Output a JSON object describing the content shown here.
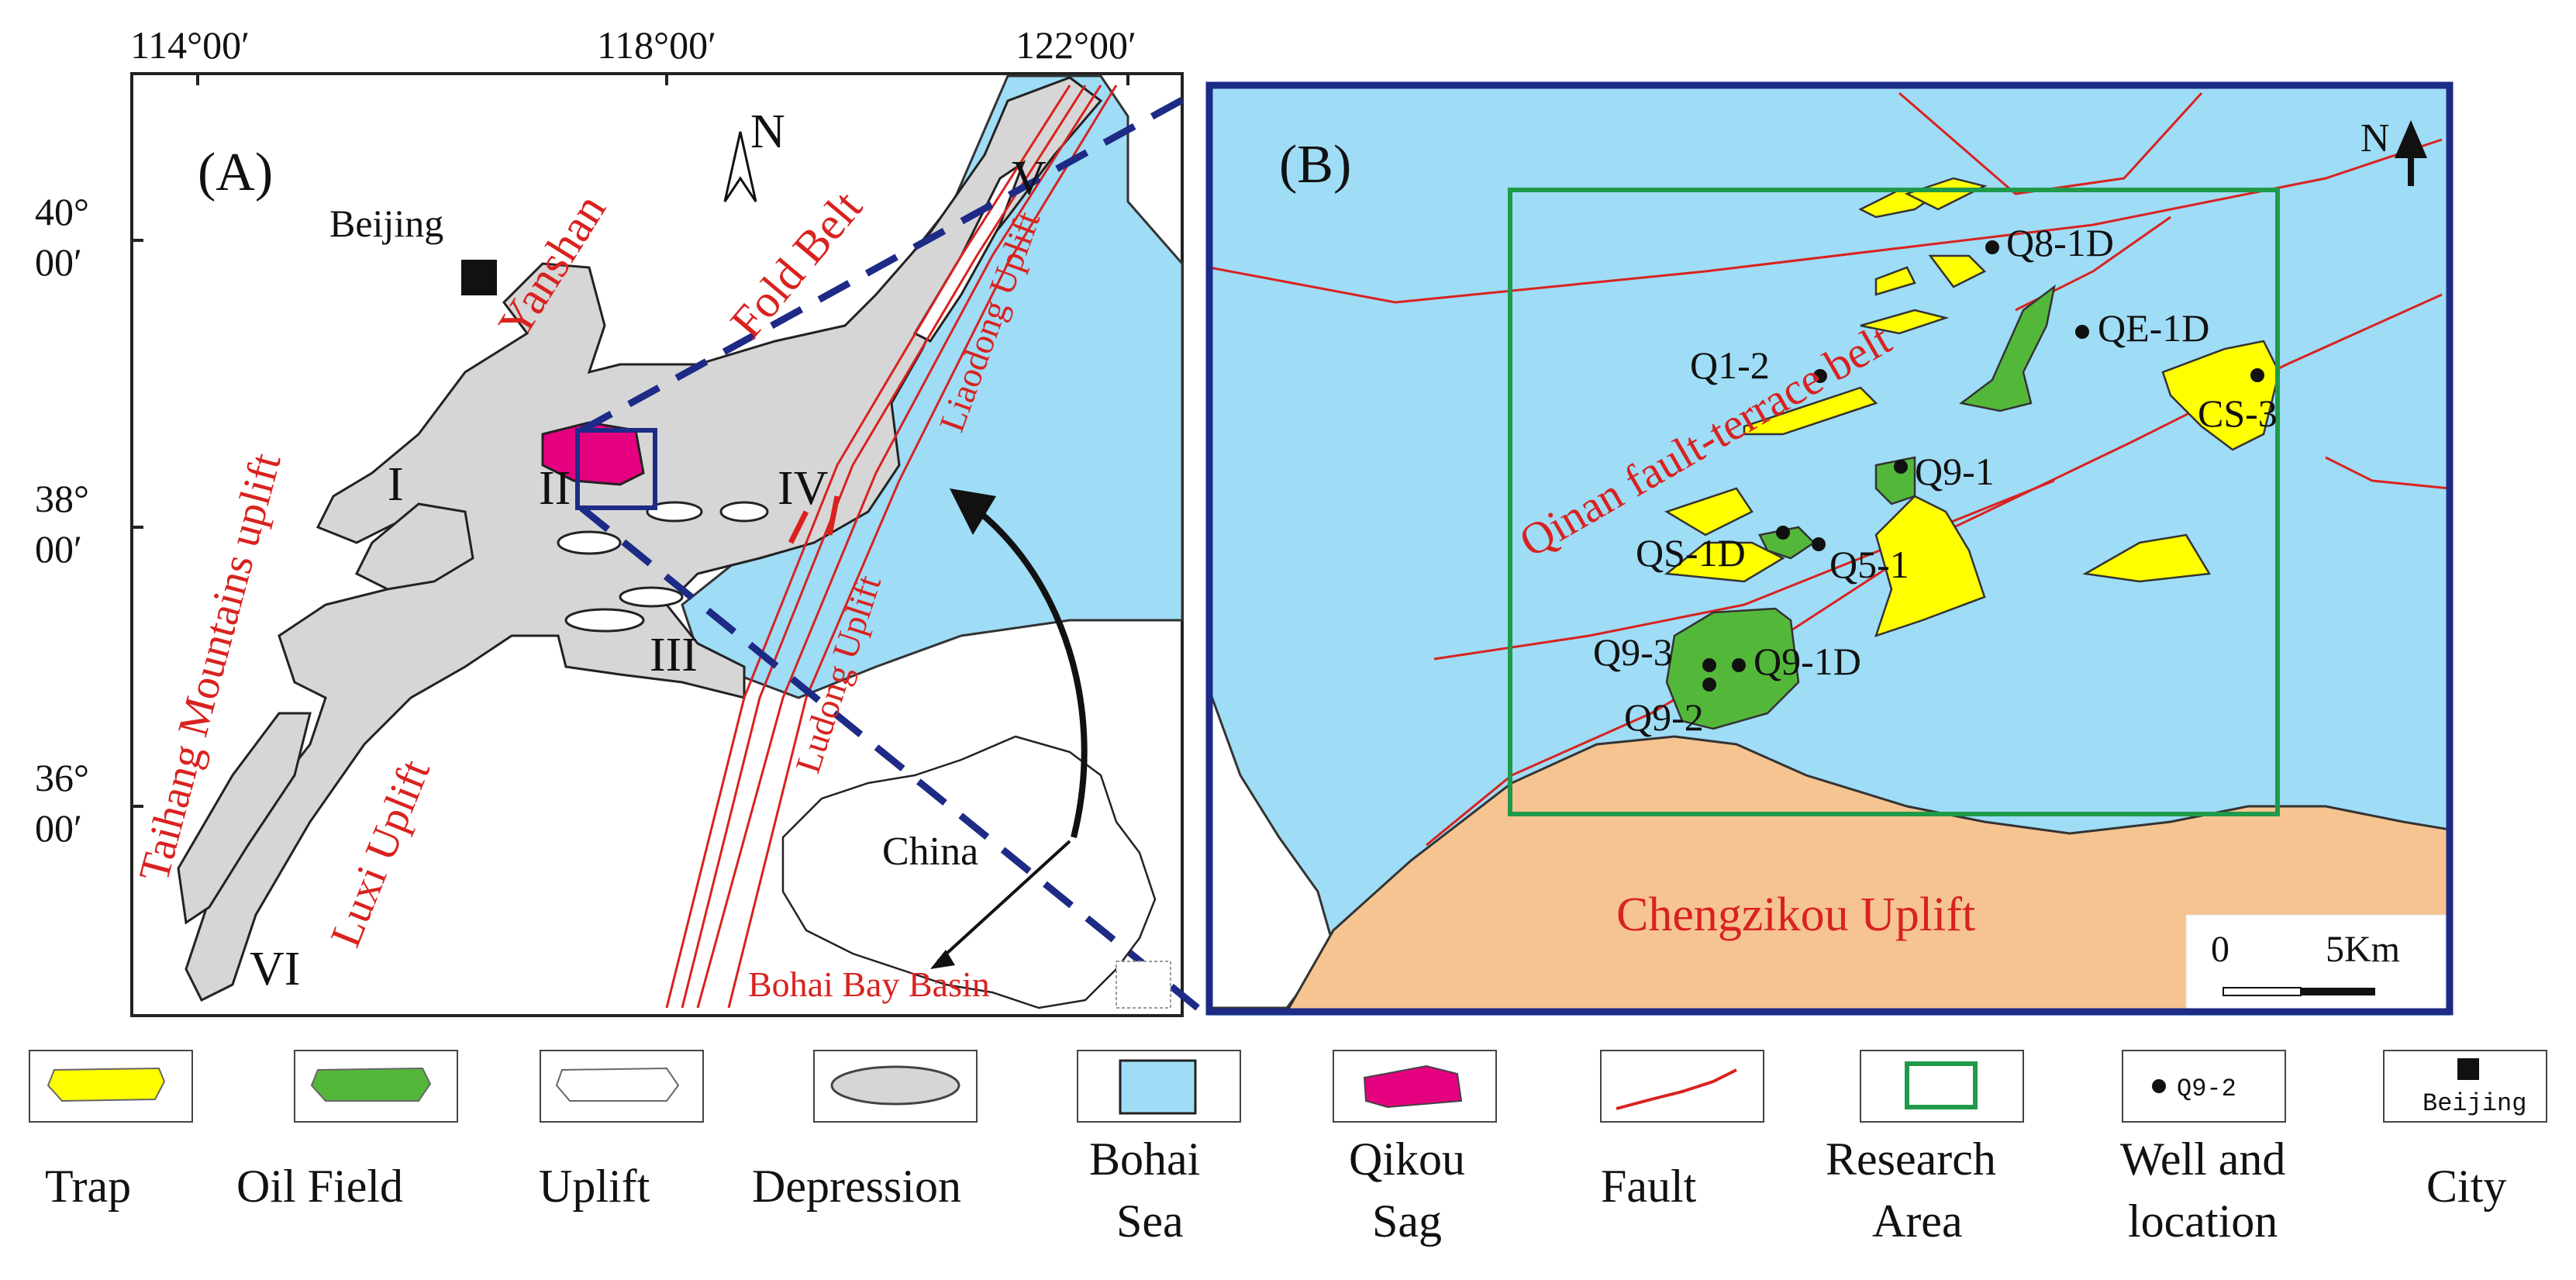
{
  "panel_a": {
    "label": "(A)",
    "lon_ticks": [
      "114°00′",
      "118°00′",
      "122°00′"
    ],
    "lat_ticks": [
      {
        "deg": "40°",
        "min": "00′"
      },
      {
        "deg": "38°",
        "min": "00′"
      },
      {
        "deg": "36°",
        "min": "00′"
      }
    ],
    "north": "N",
    "city": "Beijing",
    "inset_label": "China",
    "region_labels": {
      "yanshan": "Yanshan",
      "fold_belt": "Fold Belt",
      "taihang": "Taihang Mountains uplift",
      "luxi": "Luxi Uplift",
      "liaodong": "Liaodong Uplift",
      "ludong": "Ludong Uplift",
      "bohai_bay_basin": "Bohai Bay Basin"
    },
    "depression_labels": [
      "I",
      "II",
      "III",
      "IV",
      "V",
      "VI"
    ]
  },
  "panel_b": {
    "label": "(B)",
    "north": "N",
    "belt_label": "Qinan fault-terrace belt",
    "uplift_label": "Chengzikou Uplift",
    "wells": [
      "Q8-1D",
      "QE-1D",
      "Q1-2",
      "CS-3",
      "Q9-1",
      "QS-1D",
      "Q5-1",
      "Q9-3",
      "Q9-1D",
      "Q9-2"
    ],
    "scale": {
      "start": "0",
      "end": "5Km"
    }
  },
  "legend": [
    {
      "key": "trap",
      "label": "Trap"
    },
    {
      "key": "oil",
      "label": "Oil Field"
    },
    {
      "key": "uplift",
      "label": "Uplift"
    },
    {
      "key": "depression",
      "label": "Depression"
    },
    {
      "key": "sea",
      "label": "Bohai Sea"
    },
    {
      "key": "sag",
      "label": "Qikou Sag"
    },
    {
      "key": "fault",
      "label": "Fault"
    },
    {
      "key": "research",
      "label": "Research Area"
    },
    {
      "key": "well",
      "label": "Well and location",
      "sample": "Q9-2"
    },
    {
      "key": "city",
      "label": "City",
      "sample": "Beijing"
    }
  ],
  "colors": {
    "trap": "#ffff00",
    "oil_field": "#53b83a",
    "uplift": "#ffffff",
    "depression": "#d6d6d6",
    "sea": "#9fdcf6",
    "sag": "#e4007f",
    "fault": "#d9221f",
    "research_area": "#1f9a4a",
    "frame_b": "#1d2a86",
    "chengzikou": "#f6c490"
  }
}
